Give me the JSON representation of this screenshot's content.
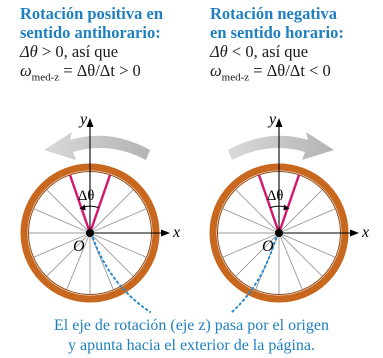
{
  "left_panel": {
    "title_line1": "Rotación positiva en",
    "title_line2": "sentido antihorario:",
    "cond_symbol": "Δθ",
    "cond_rel": " > 0, así que",
    "omega_main": "ω",
    "omega_sub": "med-z",
    "omega_rest": " = Δθ/Δt > 0"
  },
  "right_panel": {
    "title_line1": "Rotación negativa",
    "title_line2": "en sentido horario:",
    "cond_symbol": "Δθ",
    "cond_rel": " < 0, así que",
    "omega_main": "ω",
    "omega_sub": "med-z",
    "omega_rest": " = Δθ/Δt < 0"
  },
  "wheel_labels": {
    "y_axis": "y",
    "x_axis": "x",
    "origin": "O",
    "delta_theta": "Δθ"
  },
  "caption": {
    "line1": "El eje de rotación (eje z) pasa por el origen",
    "line2": "y apunta hacia el exterior de la página."
  },
  "colors": {
    "title_blue": "#1f7fbf",
    "rim_orange": "#c8671e",
    "radius_magenta": "#d6156f",
    "arrow_gray": "#c8c8c8",
    "dotted_blue": "#2a8bd0"
  }
}
